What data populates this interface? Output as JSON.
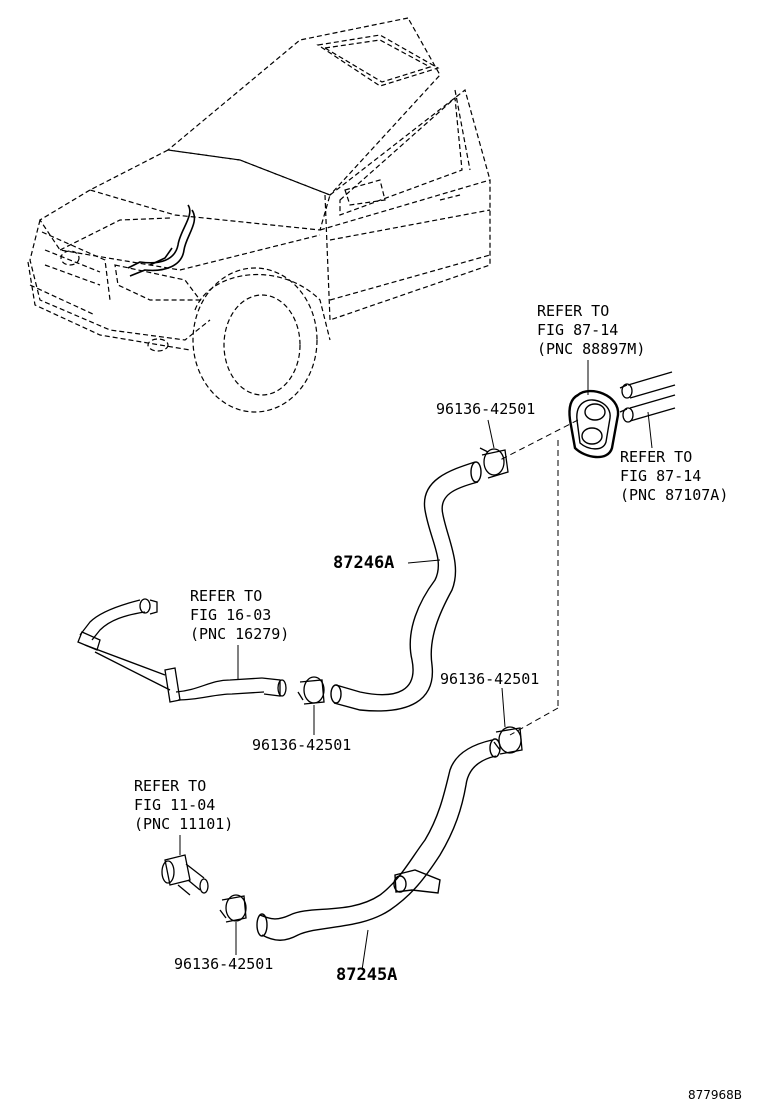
{
  "labels": {
    "ref_88897m": [
      "REFER TO",
      "FIG 87-14",
      "(PNC 88897M)"
    ],
    "ref_87107a": [
      "REFER TO",
      "FIG 87-14",
      "(PNC 87107A)"
    ],
    "ref_16279": [
      "REFER TO",
      "FIG 16-03",
      "(PNC 16279)"
    ],
    "ref_11101": [
      "REFER TO",
      "FIG 11-04",
      "(PNC 11101)"
    ],
    "clamp_top": "96136-42501",
    "clamp_mid_right": "96136-42501",
    "clamp_mid_left": "96136-42501",
    "clamp_bottom": "96136-42501",
    "hose_upper": "87246A",
    "hose_lower": "87245A",
    "figure_code": "877968B"
  }
}
